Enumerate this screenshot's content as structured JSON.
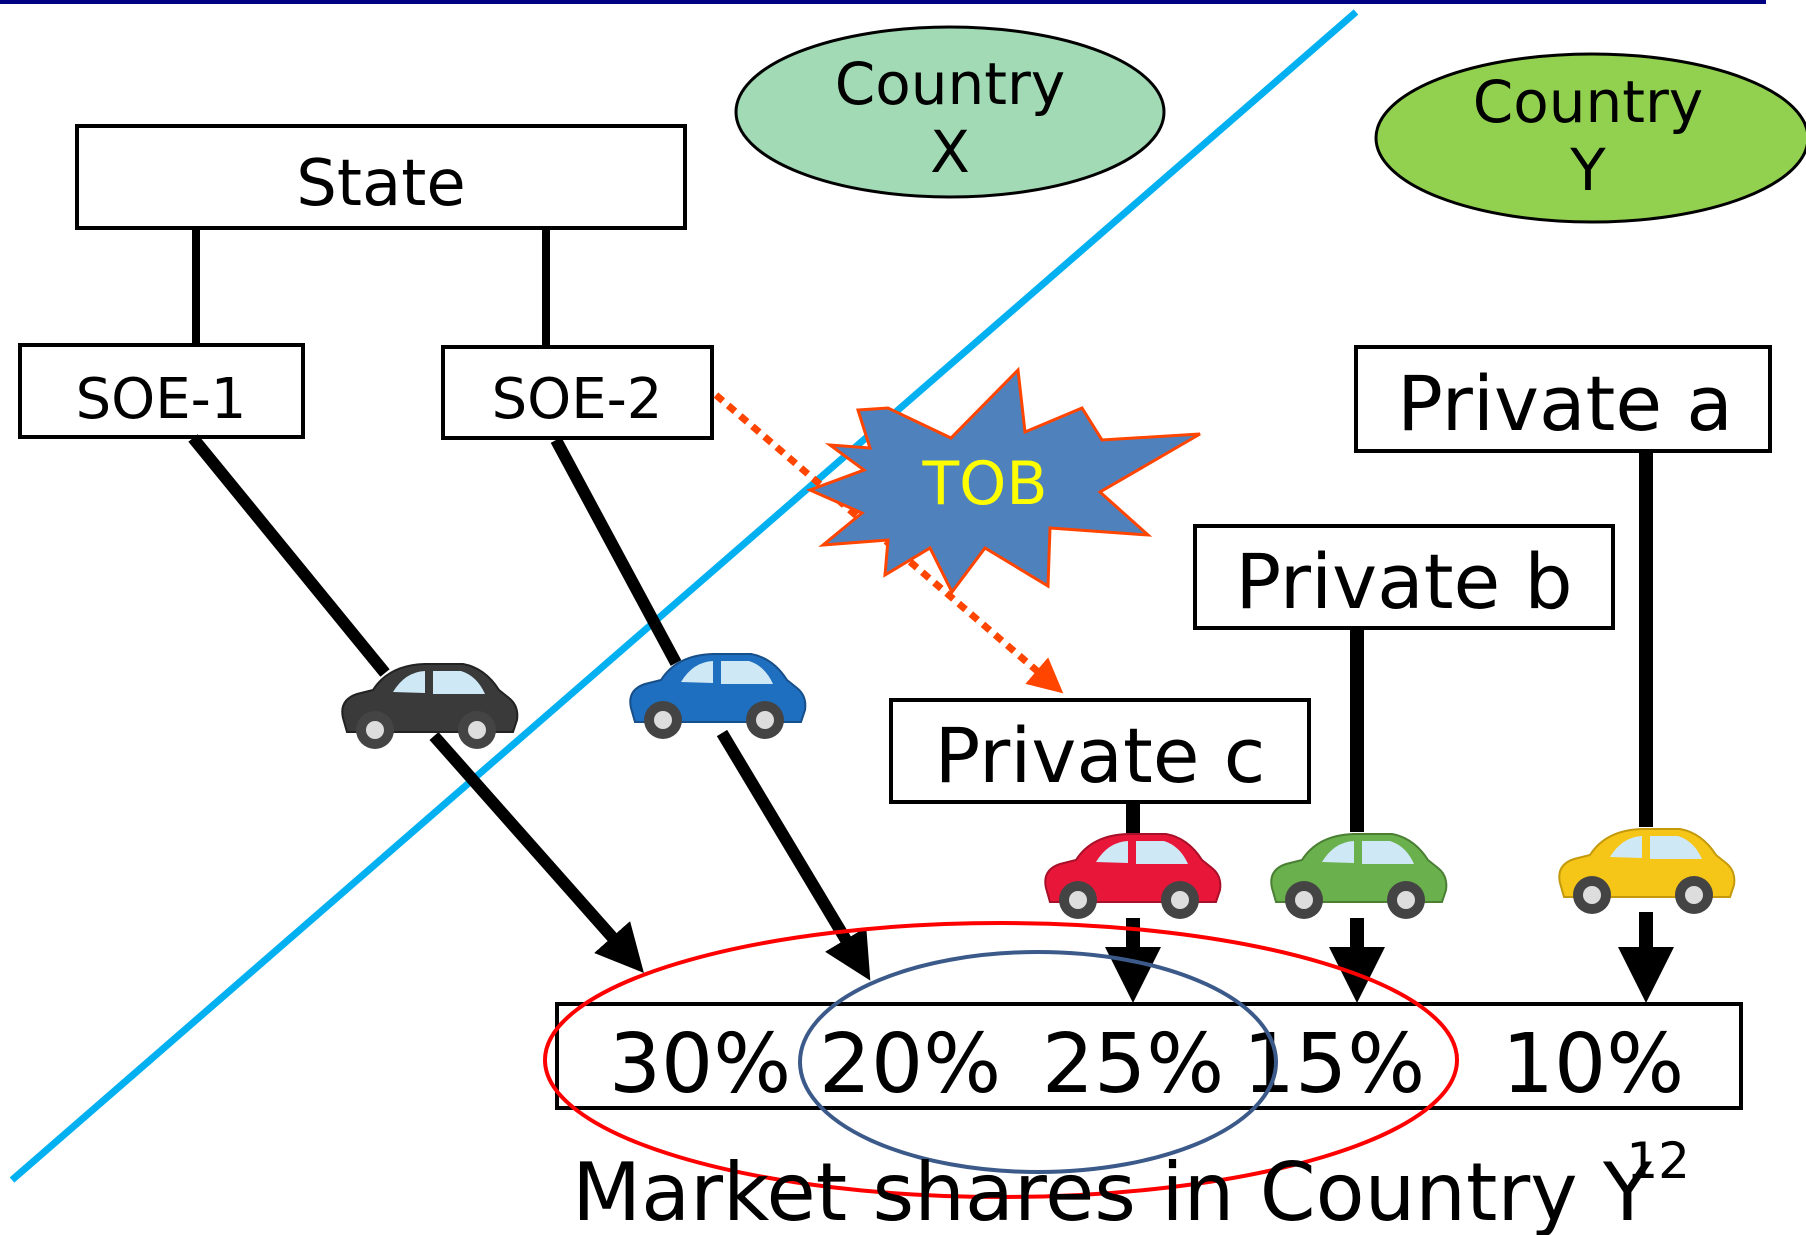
{
  "countries": {
    "x": {
      "line1": "Country",
      "line2": "X",
      "color": "#a1dab4"
    },
    "y": {
      "line1": "Country",
      "line2": "Y",
      "color": "#92d050"
    }
  },
  "entities": {
    "state": "State",
    "soe1": "SOE-1",
    "soe2": "SOE-2",
    "private_a": "Private a",
    "private_b": "Private b",
    "private_c": "Private c"
  },
  "event": {
    "label": "TOB",
    "burst_color": "#4f81bd",
    "text_color": "#ffff00"
  },
  "market": {
    "shares": [
      "30%",
      "20%",
      "25%",
      "15%",
      "10%"
    ],
    "caption": "Market shares in Country Y"
  },
  "page_number": "12",
  "colors": {
    "top_rule": "#000080",
    "border_line": "#00b0f0",
    "combined_ellipse": "#ff0000",
    "overlap_ellipse": "#3b5a8a",
    "tob_arrow": "#ff4500",
    "car_soe1": "#3a3a3a",
    "car_soe2": "#1f6fc0",
    "car_private_c": "#e8173a",
    "car_private_b": "#6ab04c",
    "car_private_a": "#f5c518"
  },
  "icons": {
    "car_soe1": "car-icon",
    "car_soe2": "car-icon",
    "car_private_c": "car-icon",
    "car_private_b": "car-icon",
    "car_private_a": "car-icon"
  }
}
